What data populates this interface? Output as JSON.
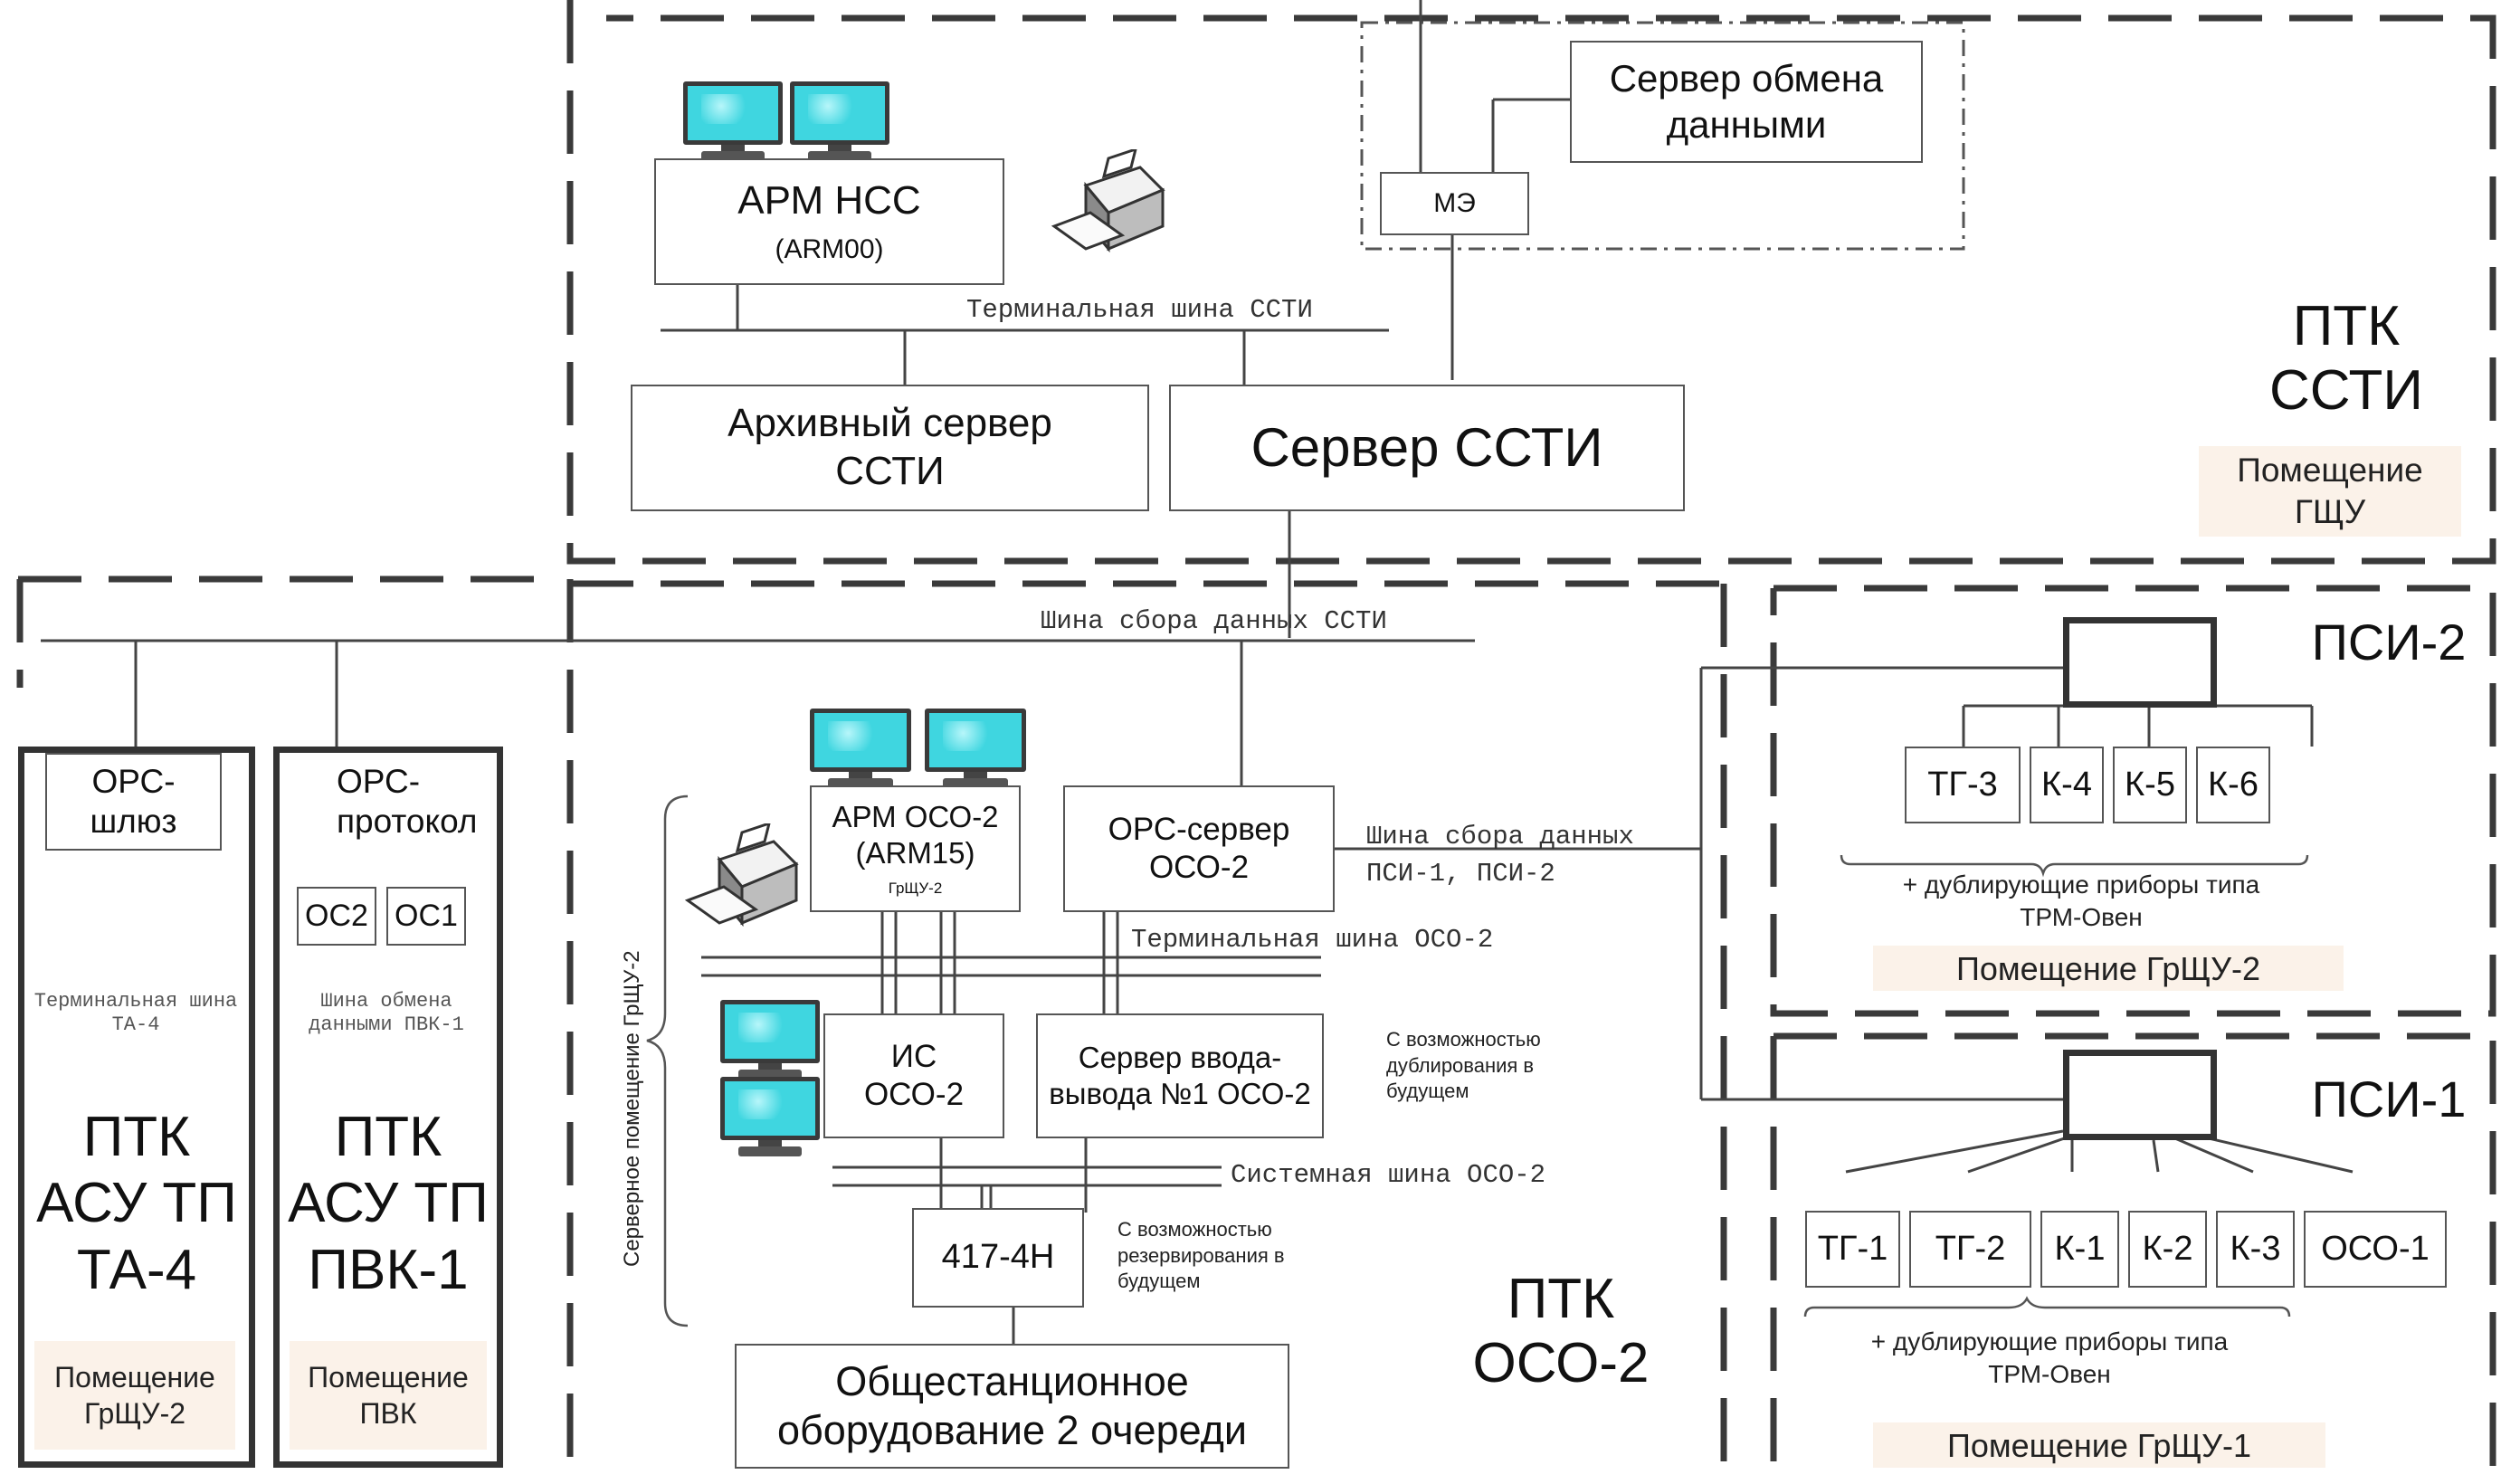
{
  "sscti": {
    "room_title": "ПТК ССТИ",
    "room_location": "Помещение ГЩУ",
    "arm_nss_title": "АРМ НСС",
    "arm_nss_id": "(ARM00)",
    "exchange_server": "Сервер обмена данными",
    "me_label": "МЭ",
    "terminal_bus": "Терминальная шина ССТИ",
    "archive_server": "Архивный сервер ССТИ",
    "server_sscti": "Сервер ССТИ"
  },
  "collection_bus": "Шина сбора данных ССТИ",
  "ta4": {
    "gateway": "ОРС-шлюз",
    "bus": "Терминальная шина ТА-4",
    "title": "ПТК АСУ ТП ТА-4",
    "room": "Помещение ГрЩУ-2"
  },
  "pvk1": {
    "protocol": "ОРС-протокол",
    "os2": "ОС2",
    "os1": "ОС1",
    "bus": "Шина обмена данными ПВК-1",
    "title": "ПТК АСУ ТП ПВК-1",
    "room": "Помещение ПВК"
  },
  "oso2": {
    "server_room_label": "Серверное помещение ГрЩУ-2",
    "arm_title": "АРМ ОСО-2",
    "arm_id": "(ARM15)",
    "arm_room": "ГрЩУ-2",
    "opc_server": "ОРС-сервер ОСО-2",
    "psi_bus": "Шина сбора данных ПСИ-1, ПСИ-2",
    "terminal_bus": "Терминальная шина ОСО-2",
    "is_label": "ИС ОСО-2",
    "io_server": "Сервер ввода-вывода №1 ОСО-2",
    "io_note": "С возможностью дублирования в будущем",
    "system_bus": "Системная шина ОСО-2",
    "plc": "417-4Н",
    "plc_note": "С возможностью резервирования в будущем",
    "station_equipment": "Общестанционное оборудование 2 очереди",
    "title": "ПТК ОСО-2"
  },
  "psi2": {
    "title": "ПСИ-2",
    "devices": [
      "ТГ-3",
      "К-4",
      "К-5",
      "К-6"
    ],
    "note": "+ дублирующие приборы типа ТРМ-Овен",
    "room": "Помещение ГрЩУ-2"
  },
  "psi1": {
    "title": "ПСИ-1",
    "devices": [
      "ТГ-1",
      "ТГ-2",
      "К-1",
      "К-2",
      "К-3",
      "ОСО-1"
    ],
    "note": "+ дублирующие приборы типа ТРМ-Овен",
    "room": "Помещение ГрЩУ-1"
  }
}
